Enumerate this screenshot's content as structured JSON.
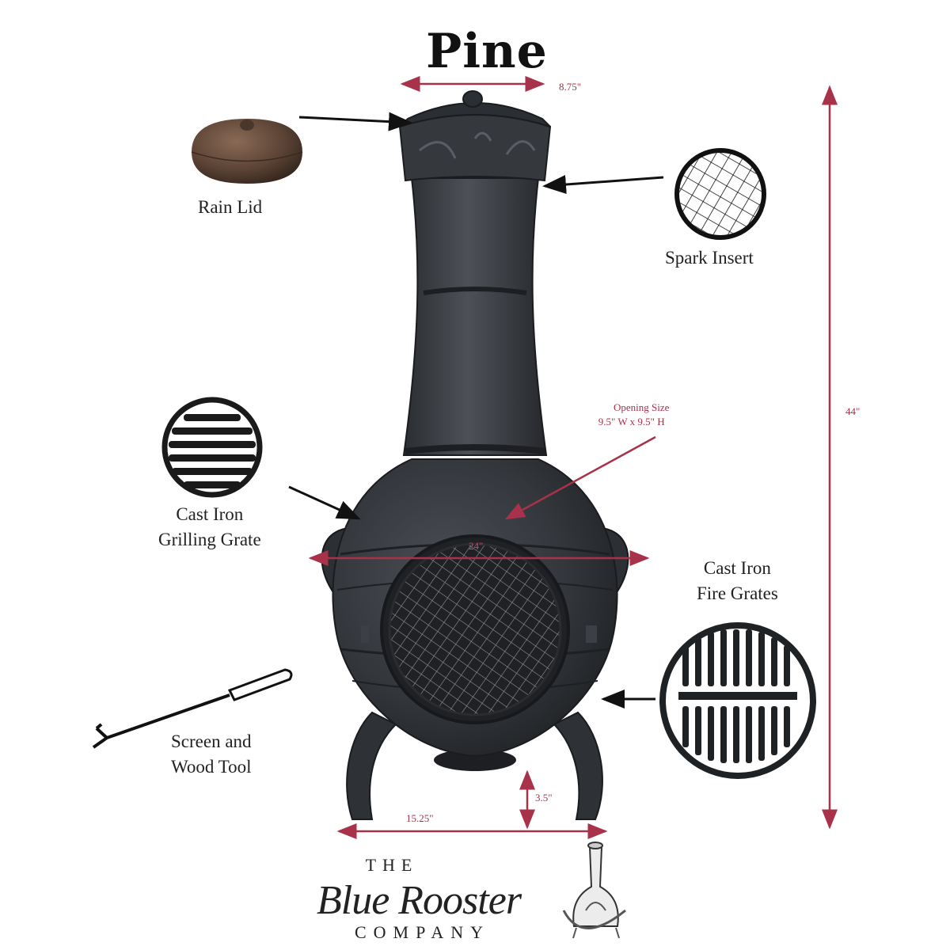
{
  "title": "Pine",
  "labels": {
    "rain_lid": "Rain Lid",
    "spark_insert": "Spark Insert",
    "grilling_grate_line1": "Cast Iron",
    "grilling_grate_line2": "Grilling Grate",
    "fire_grates_line1": "Cast Iron",
    "fire_grates_line2": "Fire Grates",
    "tool_line1": "Screen and",
    "tool_line2": "Wood Tool"
  },
  "dimensions": {
    "top_width": "8.75\"",
    "height": "44\"",
    "opening_line1": "Opening Size",
    "opening_line2": "9.5\" W x 9.5\" H",
    "body_width": "24\"",
    "base_width": "15.25\"",
    "leg_height": "3.5\""
  },
  "logo": {
    "the": "THE",
    "name": "Blue Rooster",
    "company": "COMPANY"
  },
  "colors": {
    "dimension": "#a8324a",
    "iron": "#2c2f33",
    "text": "#222222"
  },
  "icons": [
    "rain-lid-icon",
    "spark-insert-icon",
    "grilling-grate-icon",
    "fire-grate-icon",
    "wood-tool-icon",
    "chiminea-illustration",
    "logo-chiminea-icon"
  ]
}
